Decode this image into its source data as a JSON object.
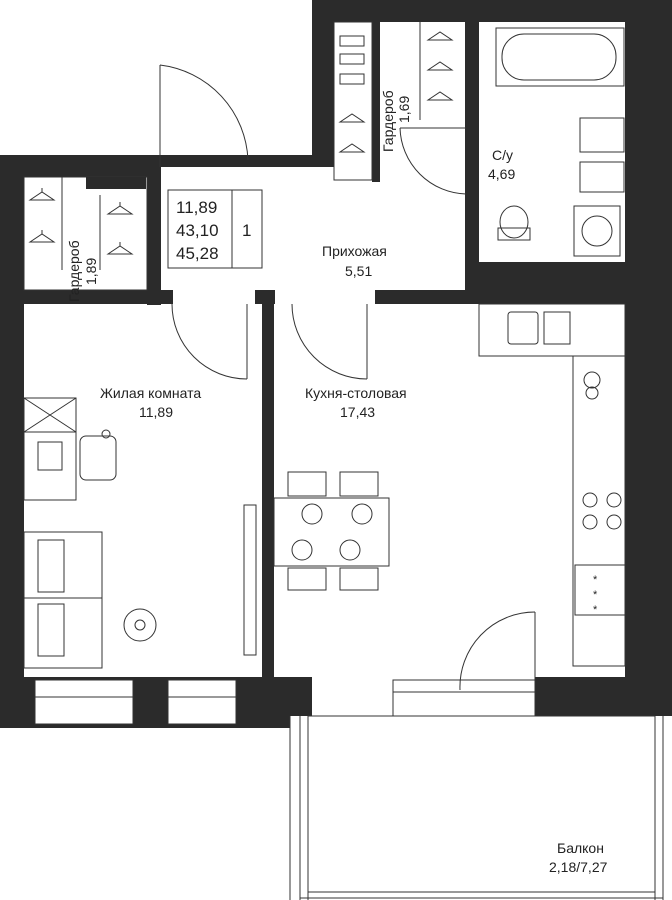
{
  "summary": {
    "living_area": "11,89",
    "total_area": "43,10",
    "total_with_balcony": "45,28",
    "rooms": "1"
  },
  "rooms": {
    "wardrobe_left": {
      "name": "Гардероб",
      "area": "1,89"
    },
    "wardrobe_mid": {
      "name": "Гардероб",
      "area": "1,69"
    },
    "bathroom": {
      "name": "С/у",
      "area": "4,69"
    },
    "hall": {
      "name": "Прихожая",
      "area": "5,51"
    },
    "living_room": {
      "name": "Жилая комната",
      "area": "11,89"
    },
    "kitchen": {
      "name": "Кухня-столовая",
      "area": "17,43"
    },
    "balcony": {
      "name": "Балкон",
      "area": "2,18/7,27"
    }
  },
  "colors": {
    "wall": "#2b2b2b",
    "line": "#333333",
    "background": "#ffffff"
  }
}
